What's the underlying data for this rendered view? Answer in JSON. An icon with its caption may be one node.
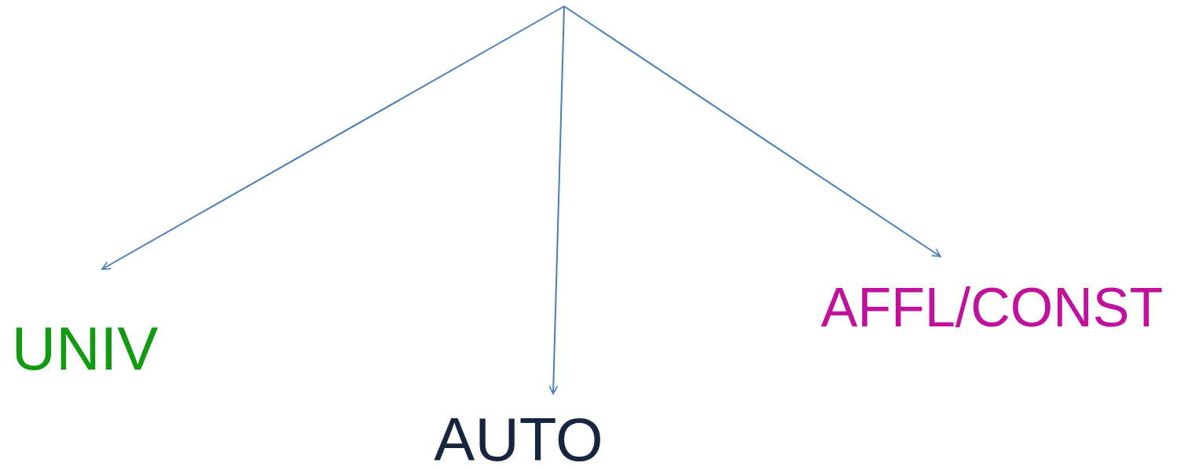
{
  "diagram": {
    "nodes": [
      {
        "text": [
          "UNIV"
        ]
      },
      {
        "text": [
          "AUTO"
        ]
      },
      {
        "text": [
          "AFFL/CONST"
        ]
      }
    ],
    "edges": [
      {
        "from": null,
        "to": 0,
        "arrow": "to"
      },
      {
        "from": null,
        "to": 1,
        "arrow": "to"
      },
      {
        "from": null,
        "to": 2,
        "arrow": "to"
      }
    ]
  }
}
